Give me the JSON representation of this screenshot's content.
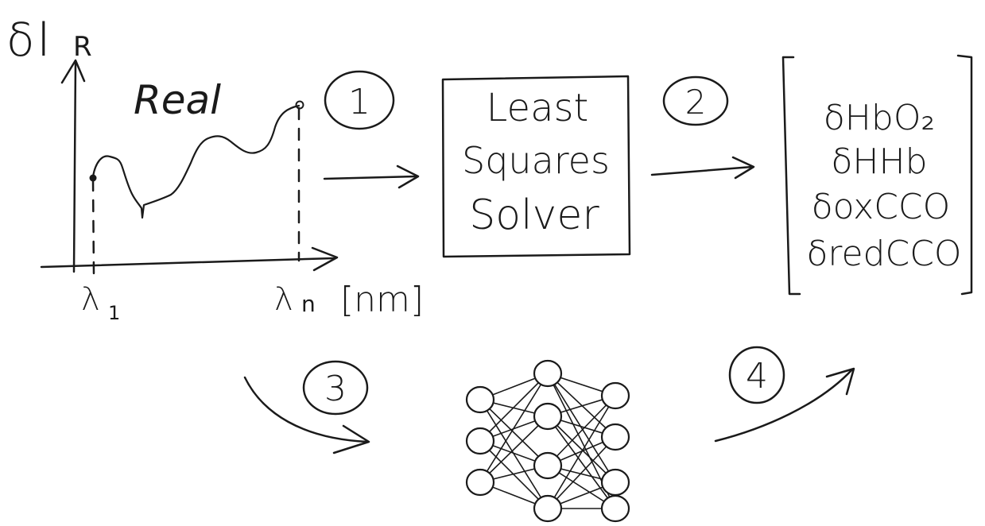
{
  "axes": {
    "y_label_delta": "δ",
    "y_label_i": "I",
    "y_label_sub": "R",
    "x_label_start": "λ",
    "x_label_start_sub": "1",
    "x_label_end": "λ",
    "x_label_end_sub": "n",
    "x_unit": "[nm]"
  },
  "spectrum_label": "Real",
  "steps": [
    "1",
    "2",
    "3",
    "4"
  ],
  "solver": {
    "lines": [
      "Least",
      "Squares",
      "Solver"
    ]
  },
  "outputs": [
    "δHbO₂",
    "δHHb",
    "δoxCCO",
    "δredCCO"
  ]
}
